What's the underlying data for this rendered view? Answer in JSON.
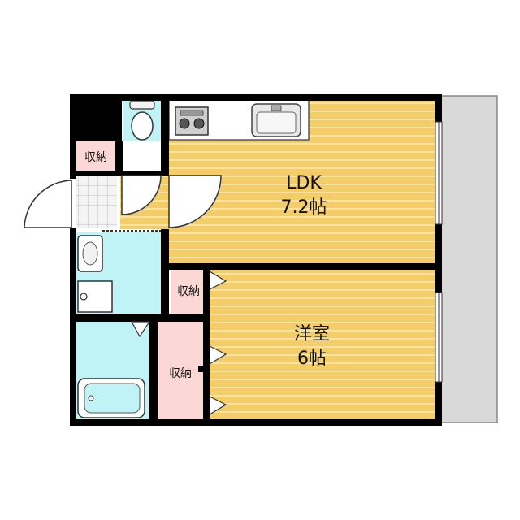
{
  "rooms": {
    "ldk": {
      "name": "LDK",
      "size": "7.2帖"
    },
    "western": {
      "name": "洋室",
      "size": "6帖"
    }
  },
  "storage": {
    "entrance": "収納",
    "ldk_side": "収納",
    "bedroom_side": "収納"
  },
  "colors": {
    "floor_wood": "#f2cd6a",
    "floor_wood_line": "#f8e2a4",
    "wet_area": "#bff3f6",
    "storage": "#fbd8d6",
    "balcony": "#d9d9d9",
    "wall": "#000000",
    "entrance_tile": "#f4f4f4"
  }
}
